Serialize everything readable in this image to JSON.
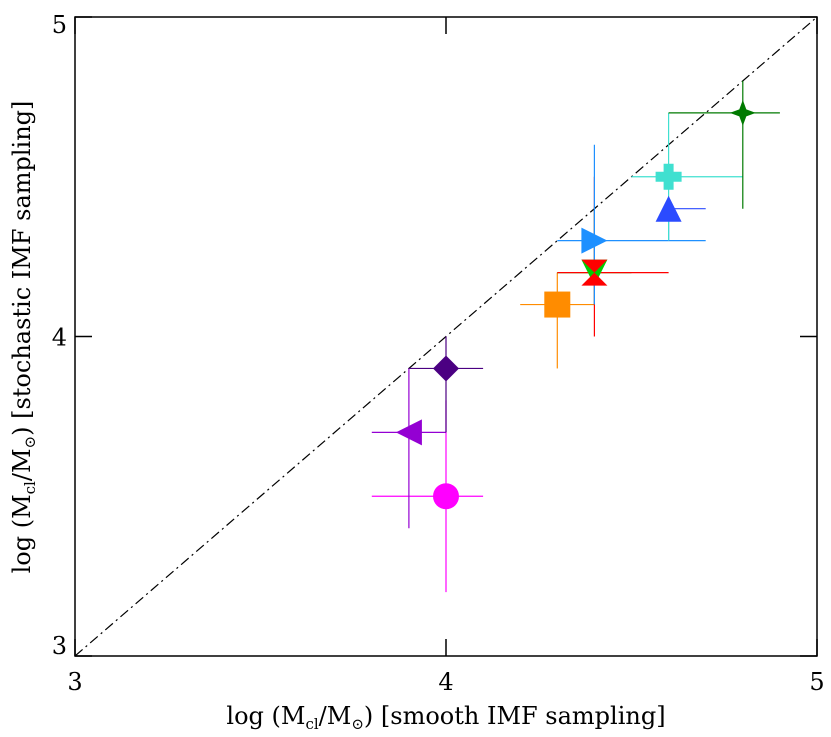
{
  "chart_data": {
    "type": "scatter",
    "title": "",
    "xlabel": {
      "prefix": "log (M",
      "sub": "cl",
      "mid": "/M",
      "sub2": "⊙",
      "suffix": ") [smooth IMF sampling]"
    },
    "ylabel": {
      "prefix": "log (M",
      "sub": "cl",
      "mid": "/M",
      "sub2": "⊙",
      "suffix": ") [stochastic IMF sampling]"
    },
    "xlim": [
      3,
      5
    ],
    "ylim": [
      3,
      5
    ],
    "xticks": [
      "3",
      "4",
      "5"
    ],
    "yticks": [
      "3",
      "4",
      "5"
    ],
    "grid": false,
    "reference_line": {
      "type": "one-to-one",
      "style": "dash-dot",
      "color": "#000000"
    },
    "points": [
      {
        "marker": "circle",
        "color": "#ff00ff",
        "x": 4.0,
        "y": 3.5,
        "xerr": [
          3.8,
          4.1
        ],
        "yerr": [
          3.2,
          3.8
        ]
      },
      {
        "marker": "triangle-left",
        "color": "#9400d3",
        "x": 3.9,
        "y": 3.7,
        "xerr": [
          3.8,
          4.0
        ],
        "yerr": [
          3.4,
          3.9
        ]
      },
      {
        "marker": "diamond",
        "color": "#4b0082",
        "x": 4.0,
        "y": 3.9,
        "xerr": [
          3.9,
          4.1
        ],
        "yerr": [
          3.7,
          4.0
        ]
      },
      {
        "marker": "square",
        "color": "#ff8c00",
        "x": 4.3,
        "y": 4.1,
        "xerr": [
          4.2,
          4.4
        ],
        "yerr": [
          3.9,
          4.2
        ]
      },
      {
        "marker": "triangle-down",
        "color": "#00cc00",
        "x": 4.4,
        "y": 4.2,
        "xerr": [
          4.3,
          4.5
        ],
        "yerr": [
          4.1,
          4.4
        ]
      },
      {
        "marker": "bowtie",
        "color": "#ff0000",
        "x": 4.4,
        "y": 4.2,
        "xerr": [
          4.3,
          4.6
        ],
        "yerr": [
          4.0,
          4.5
        ]
      },
      {
        "marker": "triangle-right",
        "color": "#1e90ff",
        "x": 4.4,
        "y": 4.3,
        "xerr": [
          4.3,
          4.7
        ],
        "yerr": [
          4.1,
          4.6
        ]
      },
      {
        "marker": "triangle-up",
        "color": "#2b4bff",
        "x": 4.6,
        "y": 4.4,
        "xerr": [
          4.6,
          4.7
        ],
        "yerr": [
          4.3,
          4.4
        ]
      },
      {
        "marker": "cross",
        "color": "#40e0d0",
        "x": 4.6,
        "y": 4.5,
        "xerr": [
          4.5,
          4.8
        ],
        "yerr": [
          4.3,
          4.7
        ]
      },
      {
        "marker": "star4",
        "color": "#007a00",
        "x": 4.8,
        "y": 4.7,
        "xerr": [
          4.6,
          4.9
        ],
        "yerr": [
          4.4,
          4.8
        ]
      }
    ]
  }
}
